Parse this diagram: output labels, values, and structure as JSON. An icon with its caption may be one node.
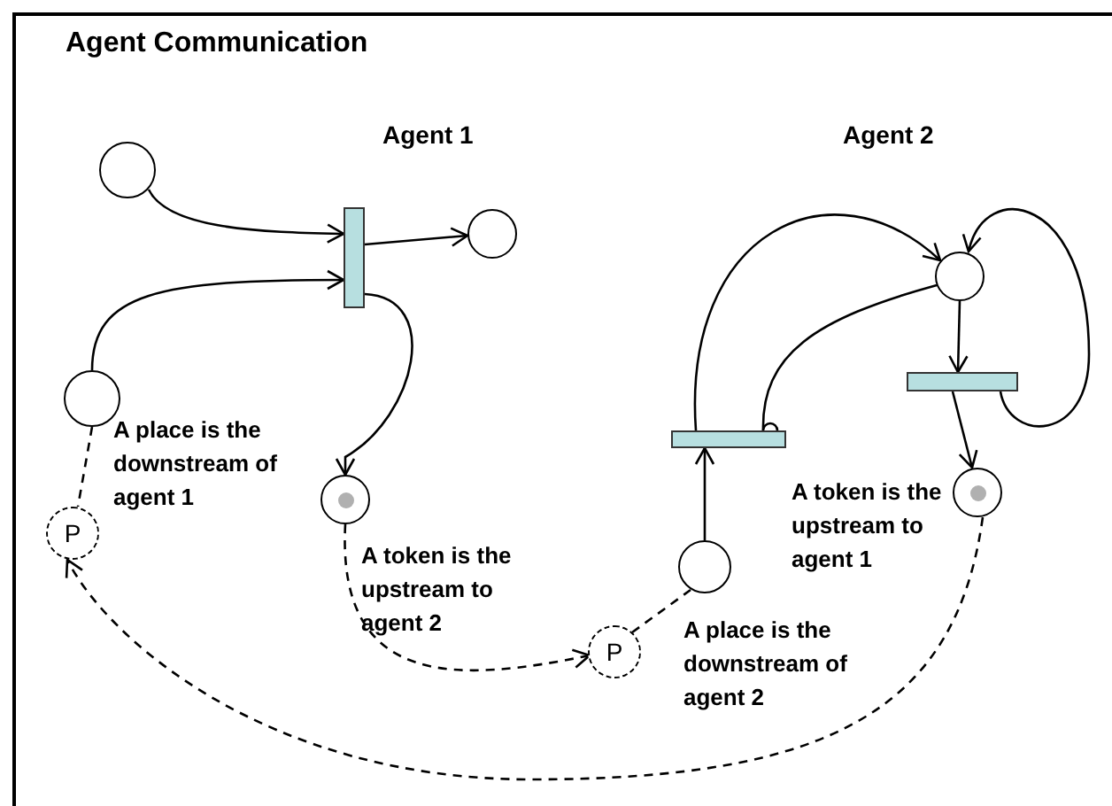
{
  "diagram": {
    "title": "Agent Communication",
    "nodes": [
      {
        "text": [],
        "shape": "circle"
      },
      {
        "text": [],
        "shape": "bar"
      },
      {
        "text": [],
        "shape": "circle"
      },
      {
        "text": [],
        "shape": "circle"
      },
      {
        "text": [
          "P"
        ]
      },
      {
        "text": [],
        "shape": "circle"
      },
      {
        "text": [],
        "shape": "circle"
      },
      {
        "text": [],
        "shape": "bar"
      },
      {
        "text": [],
        "shape": "bar"
      },
      {
        "text": [],
        "shape": "circle"
      },
      {
        "text": [],
        "shape": "circle"
      },
      {
        "text": [
          "P"
        ]
      }
    ],
    "edges": [
      {
        "from": 0,
        "to": 1,
        "arrow": "to"
      },
      {
        "from": 1,
        "to": 2,
        "arrow": "to"
      },
      {
        "from": 3,
        "to": 1,
        "arrow": "to"
      },
      {
        "from": 1,
        "to": 5,
        "arrow": "to"
      },
      {
        "from": 3,
        "to": 4,
        "arrow": "none",
        "style": "dashed"
      },
      {
        "from": 5,
        "to": 11,
        "arrow": "to",
        "style": "dashed"
      },
      {
        "from": 11,
        "to": 10,
        "arrow": "none",
        "style": "dashed"
      },
      {
        "from": 10,
        "to": 7,
        "arrow": "to"
      },
      {
        "from": 7,
        "to": 6,
        "arrow": "to"
      },
      {
        "from": 6,
        "to": 7,
        "arrow": "other"
      },
      {
        "from": 6,
        "to": 8,
        "arrow": "to"
      },
      {
        "from": 8,
        "to": 6,
        "arrow": "to"
      },
      {
        "from": 8,
        "to": 9,
        "arrow": "to"
      },
      {
        "from": 9,
        "to": 4,
        "arrow": "to",
        "style": "dashed"
      }
    ],
    "labels": [
      "Agent 1",
      "Agent 2",
      "A place is the downstream of agent 1",
      "A token is the upstream to agent 2",
      "A token is the upstream to agent 1",
      "A place is the downstream of agent 2"
    ]
  }
}
